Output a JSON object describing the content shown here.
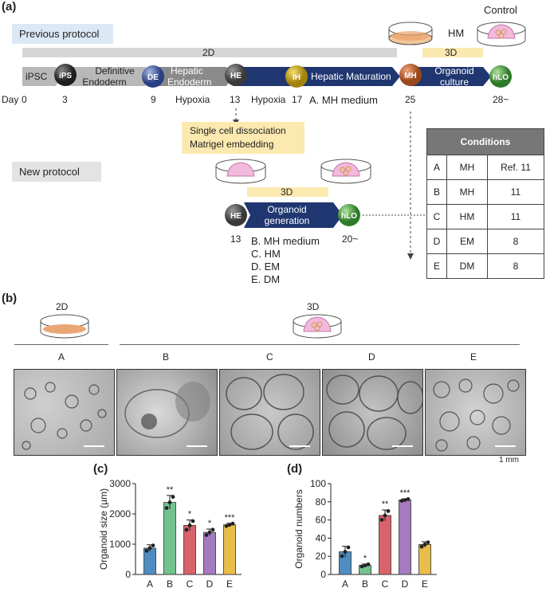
{
  "panel_labels": {
    "a": "(a)",
    "b": "(b)",
    "c": "(c)",
    "d": "(d)"
  },
  "previous": {
    "title": "Previous protocol",
    "labels": {
      "two_d": "2D",
      "three_d": "3D",
      "hm": "HM",
      "control": "Control"
    },
    "stages": {
      "ipsc": "iPSC",
      "ips": "iPS",
      "def_endo_1": "Definitive",
      "def_endo_2": "Endoderm",
      "de": "DE",
      "hep_endo_1": "Hepatic",
      "hep_endo_2": "Endoderm",
      "he": "HE",
      "ih": "IH",
      "hep_mat": "Hepatic Maturation",
      "mh": "MH",
      "org_cult_1": "Organoid",
      "org_cult_2": "culture",
      "hlo": "hLO"
    },
    "day_label": "Day",
    "days": {
      "d0": "0",
      "d3": "3",
      "d9": "9",
      "d13": "13",
      "d17": "17",
      "d25": "25",
      "d28": "28~"
    },
    "hypoxia1": "Hypoxia",
    "hypoxia2": "Hypoxia",
    "medium_a": "A. MH medium"
  },
  "dissociation": {
    "line1": "Single cell dissociation",
    "line2": "Matrigel embedding"
  },
  "new": {
    "title": "New protocol",
    "three_d": "3D",
    "he": "HE",
    "org_gen_1": "Organoid",
    "org_gen_2": "generation",
    "hlo": "hLO",
    "day13": "13",
    "day20": "20~",
    "media": [
      "B. MH medium",
      "C. HM",
      "D. EM",
      "E. DM"
    ]
  },
  "conditions": {
    "header": "Conditions",
    "rows": [
      [
        "A",
        "MH",
        "Ref. 11"
      ],
      [
        "B",
        "MH",
        "11"
      ],
      [
        "C",
        "HM",
        "11"
      ],
      [
        "D",
        "EM",
        "8"
      ],
      [
        "E",
        "DM",
        "8"
      ]
    ]
  },
  "panel_b": {
    "two_d": "2D",
    "three_d": "3D",
    "labels": [
      "A",
      "B",
      "C",
      "D",
      "E"
    ],
    "scale": "1 mm"
  },
  "chart_data": [
    {
      "type": "bar",
      "panel": "c",
      "categories": [
        "A",
        "B",
        "C",
        "D",
        "E"
      ],
      "values": [
        870,
        2380,
        1620,
        1390,
        1640
      ],
      "errors": [
        110,
        230,
        180,
        110,
        50
      ],
      "significance": [
        "",
        "**",
        "*",
        "*",
        "***"
      ],
      "ylabel": "Organoid size (µm)",
      "ylim": [
        0,
        3000
      ],
      "yticks": [
        0,
        1000,
        2000,
        3000
      ],
      "colors": [
        "#4f8dc0",
        "#72c28e",
        "#d9636b",
        "#a57bbf",
        "#e9bd4a"
      ]
    },
    {
      "type": "bar",
      "panel": "d",
      "categories": [
        "A",
        "B",
        "C",
        "D",
        "E"
      ],
      "values": [
        25,
        10,
        65,
        82,
        33
      ],
      "errors": [
        6,
        1.5,
        6,
        1.2,
        3
      ],
      "significance": [
        "",
        "*",
        "**",
        "***",
        ""
      ],
      "ylabel": "Organoid numbers",
      "ylim": [
        0,
        100
      ],
      "yticks": [
        0,
        20,
        40,
        60,
        80,
        100
      ],
      "colors": [
        "#4f8dc0",
        "#72c28e",
        "#d9636b",
        "#a57bbf",
        "#e9bd4a"
      ]
    }
  ]
}
